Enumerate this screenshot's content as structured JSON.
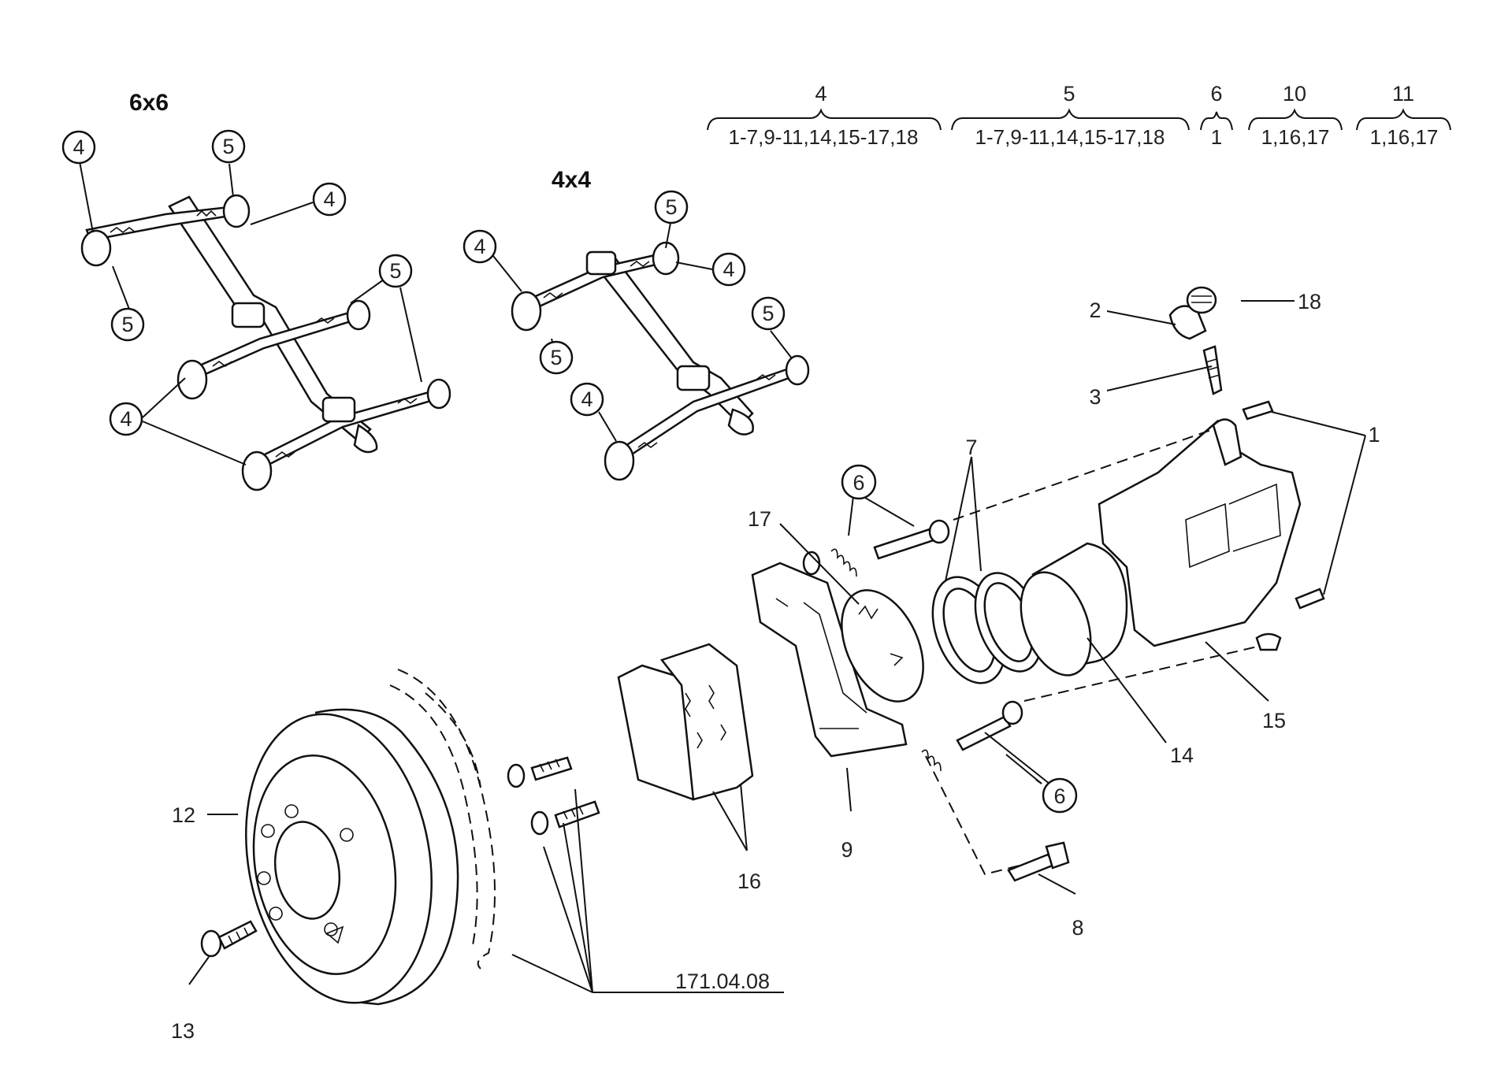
{
  "sections": {
    "six_by_six": "6x6",
    "four_by_four": "4x4"
  },
  "callouts_6x6": [
    "4",
    "5",
    "4",
    "5",
    "5",
    "4"
  ],
  "callouts_4x4": [
    "5",
    "4",
    "4",
    "5",
    "5",
    "4"
  ],
  "key_groups": [
    {
      "number": "4",
      "items": "1-7,9-11,14,15-17,18"
    },
    {
      "number": "5",
      "items": "1-7,9-11,14,15-17,18"
    },
    {
      "number": "6",
      "items": "1"
    },
    {
      "number": "10",
      "items": "1,16,17"
    },
    {
      "number": "11",
      "items": "1,16,17"
    }
  ],
  "part_labels": {
    "p1": "1",
    "p2": "2",
    "p3": "3",
    "p6a": "6",
    "p6b": "6",
    "p7": "7",
    "p8": "8",
    "p9": "9",
    "p12": "12",
    "p13": "13",
    "p14": "14",
    "p15": "15",
    "p16": "16",
    "p17": "17",
    "p18": "18"
  },
  "reference": "171.04.08"
}
